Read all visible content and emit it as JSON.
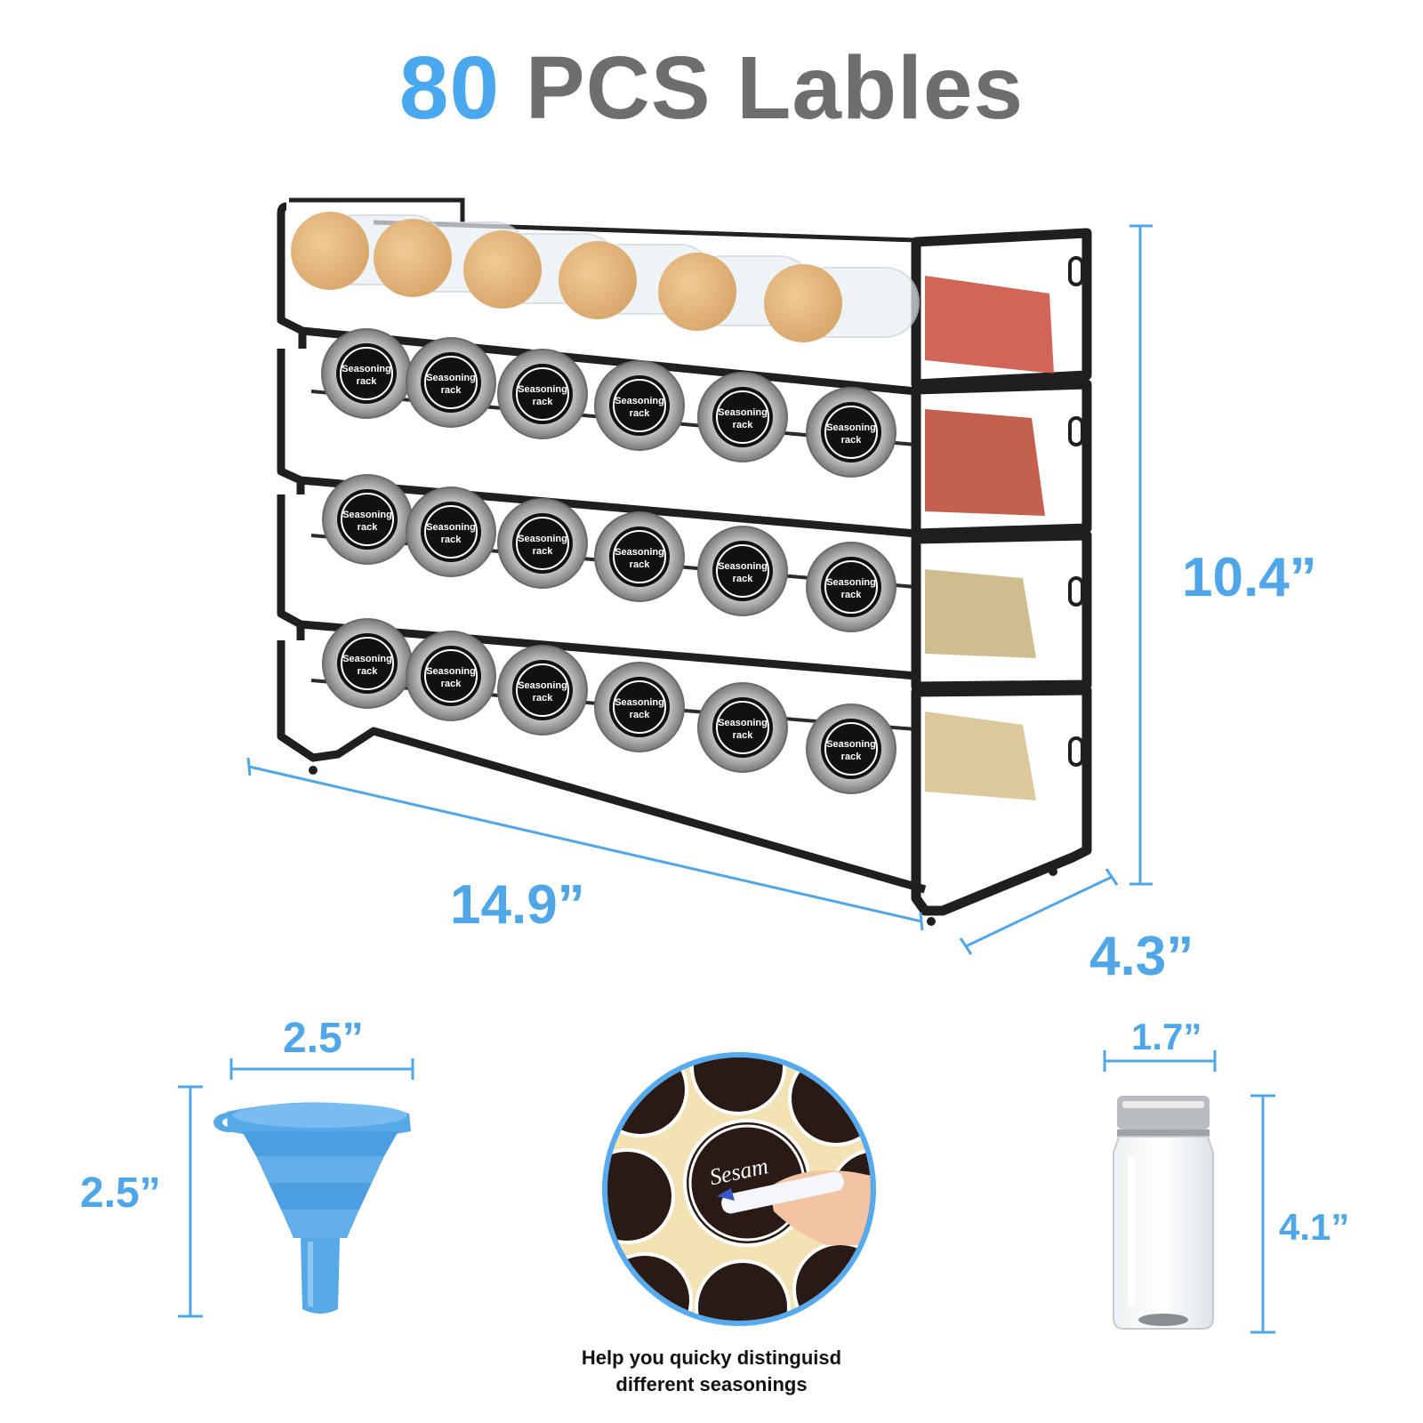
{
  "title": {
    "number": "80",
    "text": "PCS Lables"
  },
  "rack": {
    "width": "14.9”",
    "height": "10.4”",
    "depth": "4.3”",
    "jar_label_line1": "Seasoning",
    "jar_label_line2": "rack"
  },
  "funnel": {
    "width": "2.5”",
    "height": "2.5”"
  },
  "label_sheet": {
    "handwritten_text": "Sesam",
    "caption_line1": "Help you quicky distinguisd",
    "caption_line2": "different seasonings"
  },
  "jar": {
    "width": "1.7”",
    "height": "4.1”"
  },
  "colors": {
    "accent": "#49a8ee",
    "title_gray": "#6e6e6e",
    "rack_black": "#1f1f1f",
    "funnel_blue": "#56a8e6",
    "wood_cap": "#e6b984"
  }
}
